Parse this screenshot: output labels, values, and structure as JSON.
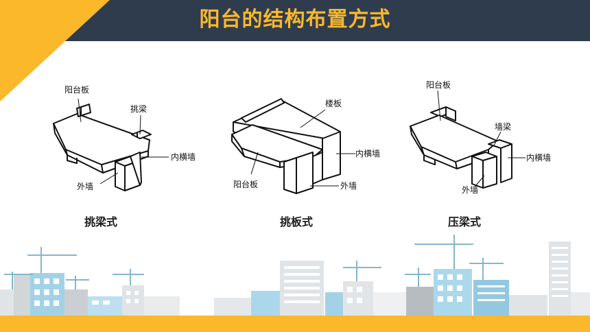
{
  "title": "阳台的结构布置方式",
  "colors": {
    "accent_yellow": "#fbb82a",
    "title_band": "#2f3c4e",
    "building_blue": "#9fd0e6",
    "building_gray": "#c9cdd1"
  },
  "diagrams": [
    {
      "caption": "挑梁式",
      "labels": {
        "balcony_slab": "阳台板",
        "cantilever_beam": "挑梁",
        "inner_wall": "内横墙",
        "outer_wall": "外墙"
      }
    },
    {
      "caption": "挑板式",
      "labels": {
        "floor_slab": "楼板",
        "inner_wall": "内横墙",
        "balcony_slab": "阳台板",
        "outer_wall": "外墙"
      }
    },
    {
      "caption": "压梁式",
      "labels": {
        "balcony_slab": "阳台板",
        "wall_beam": "墙梁",
        "inner_wall": "内横墙",
        "outer_wall": "外墙"
      }
    }
  ]
}
